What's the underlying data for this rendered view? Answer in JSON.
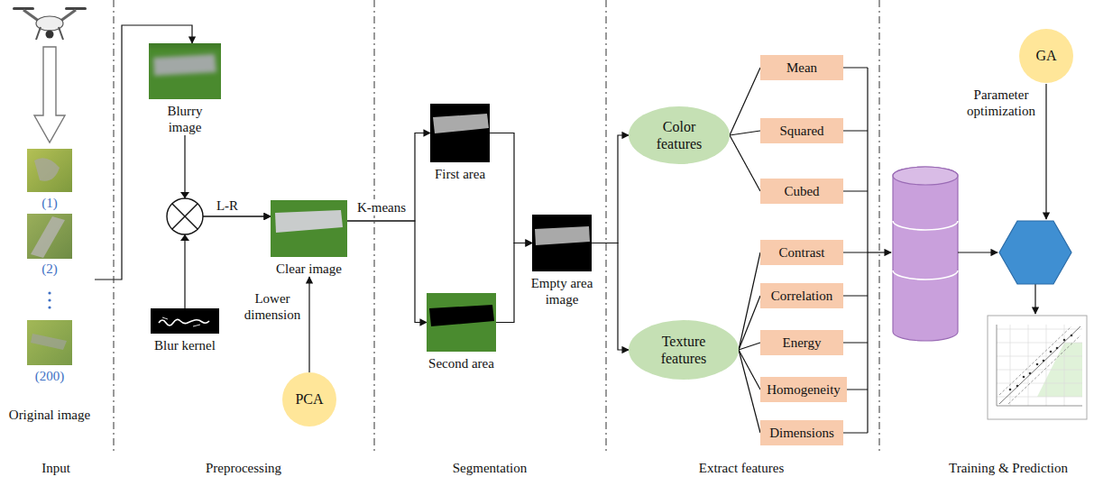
{
  "diagram": {
    "nodes": [
      {
        "text": [
          "Original image"
        ]
      },
      {
        "text": [
          "Blurry image"
        ]
      },
      {
        "text": [
          "Blur kernel"
        ]
      },
      {
        "text": [
          "Clear image"
        ]
      },
      {
        "text": [
          "PCA"
        ]
      },
      {
        "text": [
          "First area"
        ]
      },
      {
        "text": [
          "Second area"
        ]
      },
      {
        "text": [
          "Empty area image"
        ]
      },
      {
        "text": [
          "Color features"
        ]
      },
      {
        "text": [
          "Texture features"
        ]
      },
      {
        "text": [
          "Mean"
        ]
      },
      {
        "text": [
          "Squared"
        ]
      },
      {
        "text": [
          "Cubed"
        ]
      },
      {
        "text": [
          "Contrast"
        ]
      },
      {
        "text": [
          "Correlation"
        ]
      },
      {
        "text": [
          "Energy"
        ]
      },
      {
        "text": [
          "Homogeneity"
        ]
      },
      {
        "text": [
          "Dimensions"
        ]
      },
      {
        "text": [
          "GA"
        ]
      }
    ],
    "edges": [
      {
        "from": 0,
        "to": 1,
        "arrow": "to"
      },
      {
        "from": 1,
        "to": 3,
        "arrow": "to"
      },
      {
        "from": 2,
        "to": 3,
        "arrow": "to"
      },
      {
        "from": 4,
        "to": 3,
        "label": "Lower dimension",
        "arrow": "to"
      },
      {
        "from": 3,
        "to": 5,
        "label": "K-means",
        "arrow": "to"
      },
      {
        "from": 3,
        "to": 6,
        "arrow": "to"
      },
      {
        "from": 5,
        "to": 7,
        "arrow": "to"
      },
      {
        "from": 6,
        "to": 7,
        "arrow": "to"
      },
      {
        "from": 7,
        "to": 8,
        "arrow": "to"
      },
      {
        "from": 7,
        "to": 9,
        "arrow": "to"
      },
      {
        "from": 8,
        "to": 10,
        "arrow": "none"
      },
      {
        "from": 8,
        "to": 11,
        "arrow": "none"
      },
      {
        "from": 8,
        "to": 12,
        "arrow": "none"
      },
      {
        "from": 9,
        "to": 13,
        "arrow": "none"
      },
      {
        "from": 9,
        "to": 14,
        "arrow": "none"
      },
      {
        "from": 9,
        "to": 15,
        "arrow": "none"
      },
      {
        "from": 9,
        "to": 16,
        "arrow": "none"
      },
      {
        "from": 9,
        "to": 17,
        "arrow": "none"
      }
    ],
    "labels": [
      "(1)",
      "(2)",
      "(200)",
      "L-R",
      "Parameter optimization",
      "Input",
      "Preprocessing",
      "Segmentation",
      "Extract features",
      "Training & Prediction"
    ]
  }
}
